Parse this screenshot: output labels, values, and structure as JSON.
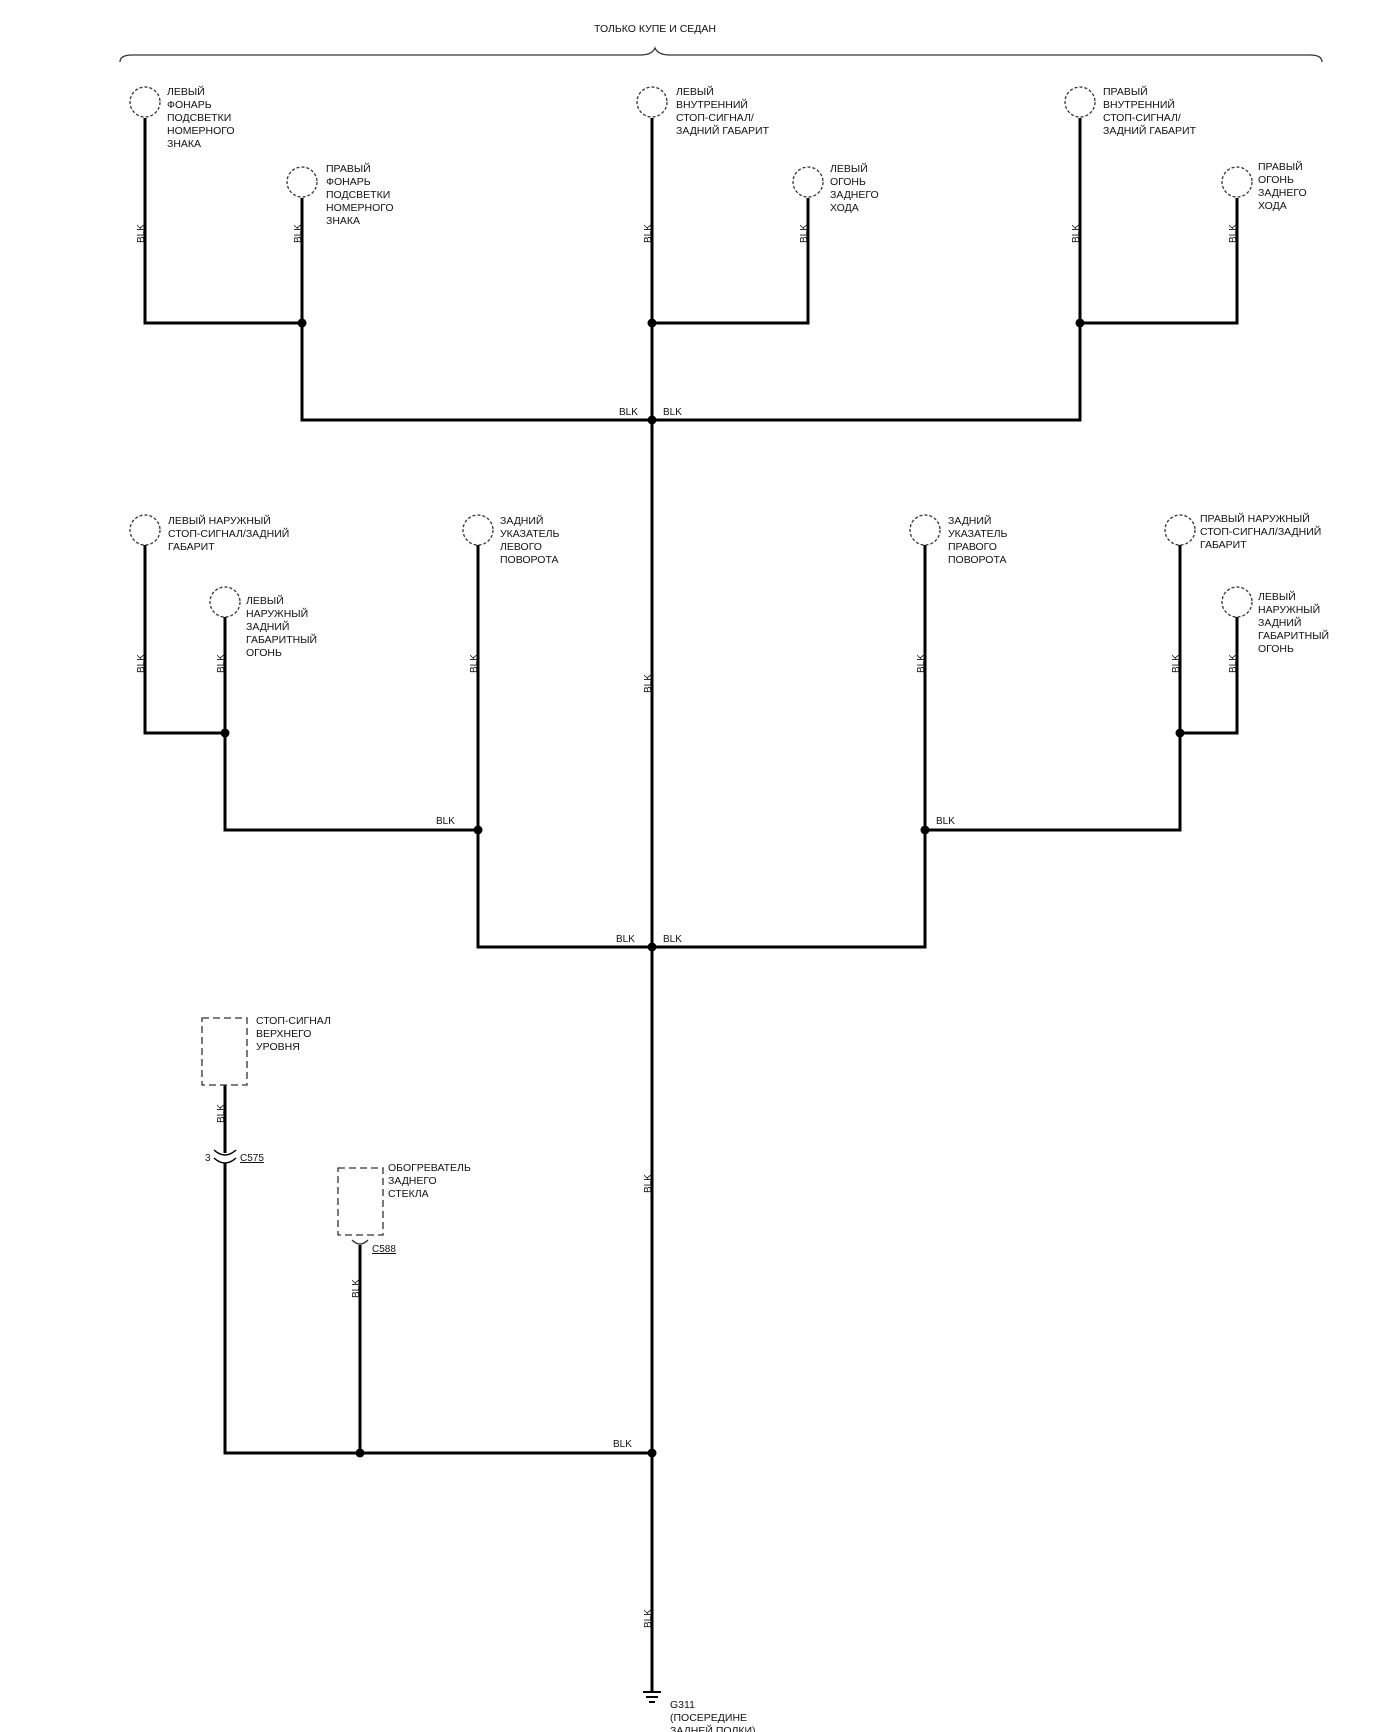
{
  "header": {
    "title": "ТОЛЬКО КУПЕ И СЕДАН"
  },
  "wire_color": "BLK",
  "components": {
    "lic_left": [
      "ЛЕВЫЙ",
      "ФОНАРЬ",
      "ПОДСВЕТКИ",
      "НОМЕРНОГО",
      "ЗНАКА"
    ],
    "lic_right": [
      "ПРАВЫЙ",
      "ФОНАРЬ",
      "ПОДСВЕТКИ",
      "НОМЕРНОГО",
      "ЗНАКА"
    ],
    "inner_left": [
      "ЛЕВЫЙ",
      "ВНУТРЕННИЙ",
      "СТОП-СИГНАЛ/",
      "ЗАДНИЙ ГАБАРИТ"
    ],
    "reverse_left": [
      "ЛЕВЫЙ",
      "ОГОНЬ",
      "ЗАДНЕГО",
      "ХОДА"
    ],
    "inner_right": [
      "ПРАВЫЙ",
      "ВНУТРЕННИЙ",
      "СТОП-СИГНАЛ/",
      "ЗАДНИЙ ГАБАРИТ"
    ],
    "reverse_right": [
      "ПРАВЫЙ",
      "ОГОНЬ",
      "ЗАДНЕГО",
      "ХОДА"
    ],
    "outer_left": [
      "ЛЕВЫЙ НАРУЖНЫЙ",
      "СТОП-СИГНАЛ/ЗАДНИЙ",
      "ГАБАРИТ"
    ],
    "outer_tail_left": [
      "ЛЕВЫЙ",
      "НАРУЖНЫЙ",
      "ЗАДНИЙ",
      "ГАБАРИТНЫЙ",
      "ОГОНЬ"
    ],
    "turn_left": [
      "ЗАДНИЙ",
      "УКАЗАТЕЛЬ",
      "ЛЕВОГО",
      "ПОВОРОТА"
    ],
    "turn_right": [
      "ЗАДНИЙ",
      "УКАЗАТЕЛЬ",
      "ПРАВОГО",
      "ПОВОРОТА"
    ],
    "outer_right": [
      "ПРАВЫЙ НАРУЖНЫЙ",
      "СТОП-СИГНАЛ/ЗАДНИЙ",
      "ГАБАРИТ"
    ],
    "outer_tail_right": [
      "ЛЕВЫЙ",
      "НАРУЖНЫЙ",
      "ЗАДНИЙ",
      "ГАБАРИТНЫЙ",
      "ОГОНЬ"
    ],
    "brake_high": [
      "СТОП-СИГНАЛ",
      "ВЕРХНЕГО",
      "УРОВНЯ"
    ],
    "defogger": [
      "ОБОГРЕВАТЕЛЬ",
      "ЗАДНЕГО",
      "СТЕКЛА"
    ]
  },
  "connectors": {
    "c575": "C575",
    "c575_pin": "3",
    "c588": "C588"
  },
  "ground": [
    "G311",
    "(ПОСЕРЕДИНЕ",
    "ЗАДНЕЙ ПОЛКИ)"
  ]
}
